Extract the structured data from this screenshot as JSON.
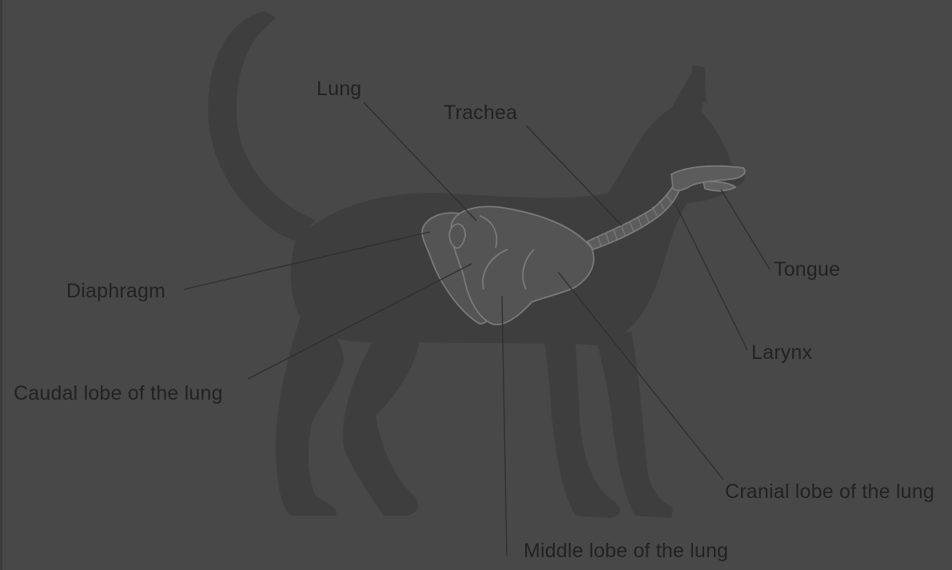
{
  "labels": {
    "lung": "Lung",
    "trachea": "Trachea",
    "diaphragm": "Diaphragm",
    "tongue": "Tongue",
    "larynx": "Larynx",
    "caudal_lobe": "Caudal lobe of the lung",
    "cranial_lobe": "Cranial lobe of the lung",
    "middle_lobe": "Middle lobe of the lung"
  },
  "colors": {
    "background": "#484848",
    "cat_body": "#3e3e3e",
    "lung_fill": "#545454",
    "outline": "#7a7a7a",
    "leader_line": "#2e2e2e",
    "text": "#222222"
  }
}
